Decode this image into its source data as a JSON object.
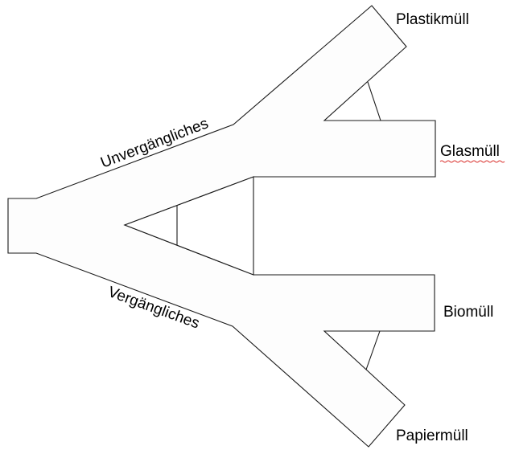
{
  "branches": {
    "upper": "Unvergängliches",
    "lower": "Vergängliches"
  },
  "outputs": {
    "plastic": "Plastikmüll",
    "glass": "Glasmüll",
    "bio": "Biomüll",
    "paper": "Papiermüll"
  },
  "colors": {
    "stroke": "#1a1a1a",
    "fill": "#fdfdfd",
    "spellcheck": "#d9302c"
  }
}
